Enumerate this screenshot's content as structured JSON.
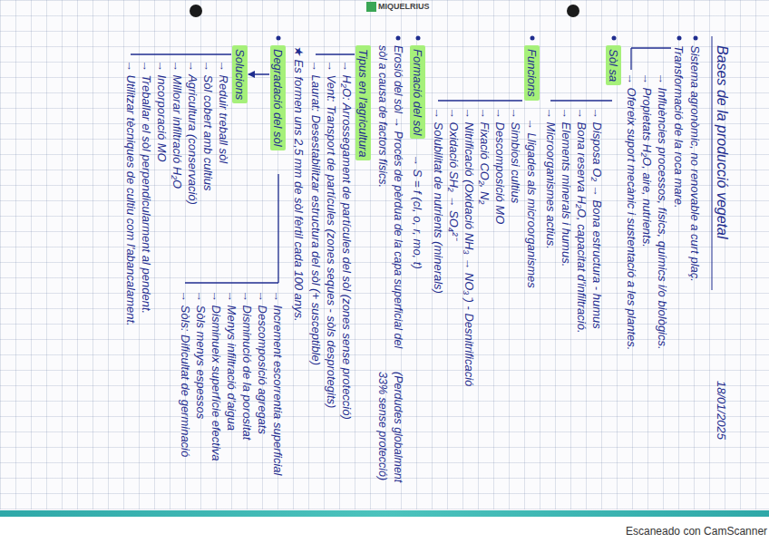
{
  "diagram": {
    "title": "Bases de la producció vegetal",
    "nodes": [
      {
        "text": [
          "Sòl sa"
        ]
      },
      {
        "text": [
          "Funcions"
        ]
      },
      {
        "text": [
          "Formació del sòl"
        ]
      },
      {
        "text": [
          "Tipus en l'agricultura"
        ]
      },
      {
        "text": [
          "Degradació del sòl"
        ]
      },
      {
        "text": [
          "Solucions"
        ]
      }
    ],
    "edges": [
      {
        "from": 4,
        "to": 5,
        "arrow": "to"
      }
    ],
    "labels": [
      "18/01/2025",
      "Sistema agronòmic, no renovable a curt plaç.",
      "Transformació de la roca mare.",
      "→ Influències processos, físics, químics i/o biològics.",
      "→ Propietats H₂O, aire, nutrients.",
      "→ Ofereix suport mecànic i sustentació a les plantes.",
      "→ Disposa O₂ → Bona estructura - humus",
      "→ Bona reserva H₂O, capacitat d'infiltració.",
      "→ Elements minerals i humus.",
      "→ Microorganismes actius.",
      "→ Lligades als microorganismes",
      "→ Simbiosi cultius",
      "→ Descomposició MO",
      "→ Fixació CO₂, N₂",
      "→ Nitrificació (Oxidació NH₃ → NO₃⁻) - Desnitrificació",
      "→ Oxidació SH₂ → SO₄²⁻",
      "→ Solubilitat de nutrients (minerals)",
      "→ S = f (cl, o, r, mo, t)",
      "Erosió del sòl → Procés de pèrdua de la capa superficial del sòl a causa de factors físics.",
      "(Perdudes globalment 33% sense protecció)",
      "→ H₂O: Arrossegament de partícules del sòl (zones sense protecció)",
      "→ Vent: Transport de partícules (zones seques - sòls desprotegits)",
      "→ Laurat: Desestabilitzar estructura del sòl (+ susceptible)",
      "★ Es formen uns 2,5 mm de sòl fèrtil cada 100 anys.",
      "→ Increment escorrentia superficial",
      "→ Descomposició agregats",
      "→ Disminució de la porositat",
      "→ Menys infiltració d'aigua",
      "→ Disminueix superfície efectiva",
      "→ Sòls menys espessos",
      "→ Sòls: Dificultat de germinació",
      "→ Reduir treball sòl",
      "→ Sòl cobert amb cultius",
      "→ Agricultura (conservació)",
      "→ Millorar infiltració H₂O",
      "→ Incorporació MO",
      "→ Treballar el sòl perpendicularment al pendent.",
      "→ Utilitzar tècniques de cultiu com l'abancalament.",
      "MIQUELRIUS",
      "Escaneado con CamScanner"
    ]
  }
}
